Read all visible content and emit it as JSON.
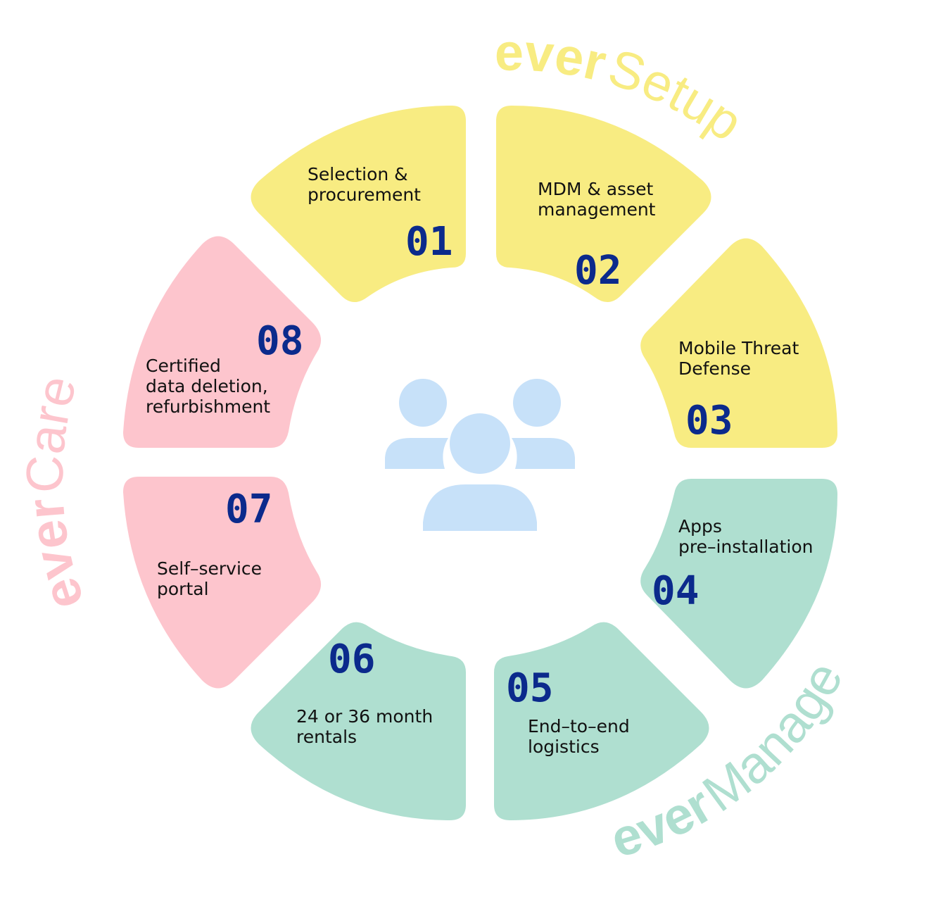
{
  "colors": {
    "setup": "#f8ec82",
    "manage": "#afdfd0",
    "care": "#fdc5cd",
    "number": "#0b2a8c",
    "center_icon": "#c7e1f9",
    "label": "#111111"
  },
  "center_icon": "users-group-icon",
  "groups": [
    {
      "id": "setup",
      "prefix": "ever",
      "name": "Setup"
    },
    {
      "id": "manage",
      "prefix": "ever",
      "name": "Manage"
    },
    {
      "id": "care",
      "prefix": "ever",
      "name": "Care"
    }
  ],
  "segments": [
    {
      "number": "01",
      "group": "setup",
      "lines": [
        "Selection &",
        "procurement"
      ]
    },
    {
      "number": "02",
      "group": "setup",
      "lines": [
        "MDM & asset",
        "management"
      ]
    },
    {
      "number": "03",
      "group": "setup",
      "lines": [
        "Mobile Threat",
        "Defense"
      ]
    },
    {
      "number": "04",
      "group": "manage",
      "lines": [
        "Apps",
        "pre–installation"
      ]
    },
    {
      "number": "05",
      "group": "manage",
      "lines": [
        "End–to–end",
        "logistics"
      ]
    },
    {
      "number": "06",
      "group": "manage",
      "lines": [
        "24 or 36 month",
        "rentals"
      ]
    },
    {
      "number": "07",
      "group": "care",
      "lines": [
        "Self–service",
        "portal"
      ]
    },
    {
      "number": "08",
      "group": "care",
      "lines": [
        "Certified",
        "data deletion,",
        "refurbishment"
      ]
    }
  ]
}
